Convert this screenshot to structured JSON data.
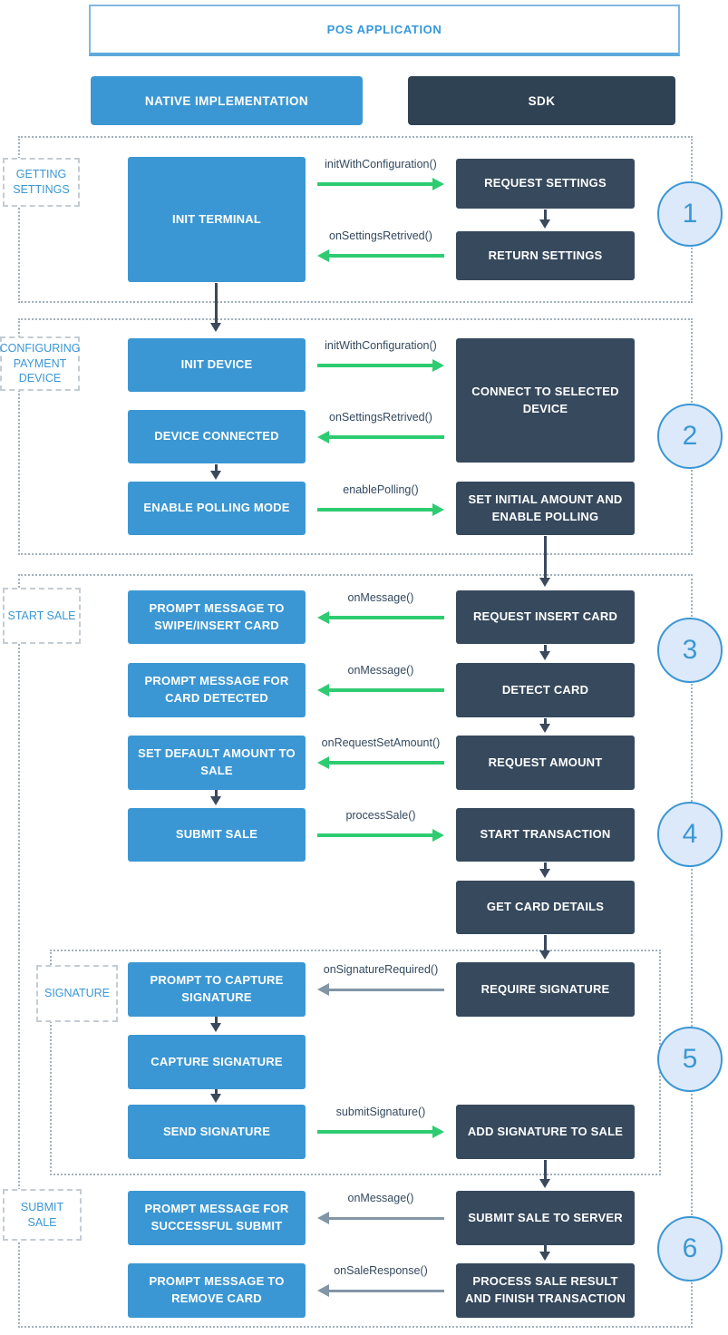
{
  "header": {
    "title": "POS APPLICATION",
    "native_column": "NATIVE IMPLEMENTATION",
    "sdk_column": "SDK"
  },
  "section_labels": {
    "getting_settings": "GETTING SETTINGS",
    "configuring_payment_device": "CONFIGURING PAYMENT DEVICE",
    "start_sale": "START SALE",
    "signature": "SIGNATURE",
    "submit_sale": "SUBMIT SALE"
  },
  "steps": {
    "n1": "1",
    "n2": "2",
    "n3": "3",
    "n4": "4",
    "n5": "5",
    "n6": "6"
  },
  "native_nodes": {
    "init_terminal": "INIT TERMINAL",
    "init_device": "INIT DEVICE",
    "device_connected": "DEVICE CONNECTED",
    "enable_polling_mode": "ENABLE POLLING MODE",
    "prompt_swipe_insert": "PROMPT MESSAGE TO SWIPE/INSERT CARD",
    "prompt_card_detected": "PROMPT MESSAGE FOR CARD DETECTED",
    "set_default_amount": "SET DEFAULT AMOUNT TO SALE",
    "submit_sale": "SUBMIT SALE",
    "prompt_capture_signature": "PROMPT TO CAPTURE SIGNATURE",
    "capture_signature": "CAPTURE SIGNATURE",
    "send_signature": "SEND SIGNATURE",
    "prompt_successful_submit": "PROMPT MESSAGE FOR SUCCESSFUL SUBMIT",
    "prompt_remove_card": "PROMPT MESSAGE TO REMOVE CARD"
  },
  "sdk_nodes": {
    "request_settings": "REQUEST SETTINGS",
    "return_settings": "RETURN SETTINGS",
    "connect_to_selected_device": "CONNECT TO SELECTED DEVICE",
    "set_initial_amount": "SET INITIAL AMOUNT AND ENABLE POLLING",
    "request_insert_card": "REQUEST INSERT CARD",
    "detect_card": "DETECT CARD",
    "request_amount": "REQUEST AMOUNT",
    "start_transaction": "START TRANSACTION",
    "get_card_details": "GET CARD DETAILS",
    "require_signature": "REQUIRE SIGNATURE",
    "add_signature_to_sale": "ADD SIGNATURE TO SALE",
    "submit_sale_to_server": "SUBMIT SALE TO SERVER",
    "process_sale_result": "PROCESS SALE RESULT AND FINISH TRANSACTION"
  },
  "calls": {
    "init_with_configuration_1": "initWithConfiguration()",
    "on_settings_retrived_1": "onSettingsRetrived()",
    "init_with_configuration_2": "initWithConfiguration()",
    "on_settings_retrived_2": "onSettingsRetrived()",
    "enable_polling": "enablePolling()",
    "on_message_1": "onMessage()",
    "on_message_2": "onMessage()",
    "on_request_set_amount": "onRequestSetAmount()",
    "process_sale": "processSale()",
    "on_signature_required": "onSignatureRequired()",
    "submit_signature": "submitSignature()",
    "on_message_3": "onMessage()",
    "on_sale_response": "onSaleResponse()"
  },
  "colors": {
    "blue_node": "#3b97d3",
    "dark_node": "#36495d",
    "dark_header": "#2f4254",
    "green_arrow": "#2ecc71",
    "gray_arrow": "#8296a6",
    "down_arrow": "#3a4a5c",
    "section_border": "#a2b1bc",
    "label_text": "#3b97d3",
    "circle_fill": "#dce9fb",
    "circle_border": "#3b97d3"
  }
}
